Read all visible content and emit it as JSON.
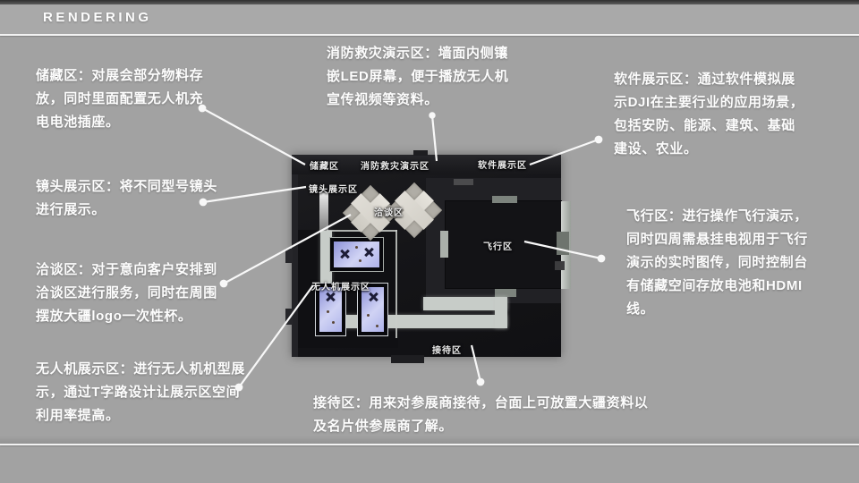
{
  "page": {
    "title": "RENDERING"
  },
  "colors": {
    "page_bg": "#a2a2a2",
    "header_bg": "#a9a9a9",
    "top_strip": "#3a3a3a",
    "rule_white": "#f2f2f2",
    "text_white": "#fdfdfd",
    "plan_bg": "#17171a",
    "flight_zone_bg": "#131316",
    "path_gray": "#c7ccc8",
    "table_cream": "#dcd9d2",
    "screen_blue": "#aeb2ea"
  },
  "plan": {
    "zones": [
      {
        "id": "storage",
        "label": "储藏区"
      },
      {
        "id": "fire-demo",
        "label": "消防救灾演示区"
      },
      {
        "id": "software",
        "label": "软件展示区"
      },
      {
        "id": "lens",
        "label": "镜头展示区"
      },
      {
        "id": "meeting",
        "label": "洽谈区"
      },
      {
        "id": "flight",
        "label": "飞行区"
      },
      {
        "id": "drone-display",
        "label": "无人机展示区"
      },
      {
        "id": "reception",
        "label": "接待区"
      }
    ]
  },
  "annotations": [
    {
      "id": "storage",
      "text": "储藏区：对展会部分物料存\n放，同时里面配置无人机充\n电电池插座。"
    },
    {
      "id": "lens",
      "text": "镜头展示区：将不同型号镜头\n进行展示。"
    },
    {
      "id": "meeting",
      "text": "洽谈区：对于意向客户安排到\n洽谈区进行服务，同时在周围\n摆放大疆logo一次性杯。"
    },
    {
      "id": "drone-display",
      "text": "无人机展示区：进行无人机机型展\n示，通过T字路设计让展示区空间\n利用率提高。"
    },
    {
      "id": "fire-demo",
      "text": "消防救灾演示区：墙面内侧镶\n嵌LED屏幕，便于播放无人机\n宣传视频等资料。"
    },
    {
      "id": "software",
      "text": "软件展示区：通过软件模拟展\n示DJI在主要行业的应用场景，\n包括安防、能源、建筑、基础\n建设、农业。"
    },
    {
      "id": "flight",
      "text": "飞行区：进行操作飞行演示，\n同时四周需悬挂电视用于飞行\n演示的实时图传，同时控制台\n有储藏空间存放电池和HDMI\n线。"
    },
    {
      "id": "reception",
      "text": "接待区：用来对参展商接待，台面上可放置大疆资料以\n及名片供参展商了解。"
    }
  ]
}
